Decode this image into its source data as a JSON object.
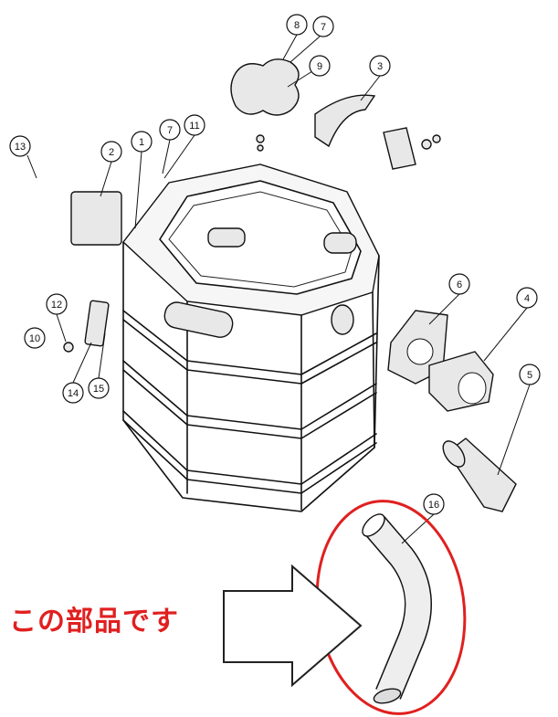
{
  "callouts": [
    "1",
    "2",
    "3",
    "4",
    "5",
    "6",
    "7",
    "8",
    "9",
    "10",
    "11",
    "12",
    "13",
    "14",
    "15",
    "16",
    "7"
  ],
  "annotation": {
    "text": "この部品です",
    "color": "#e02020"
  },
  "highlight": {
    "part_number": "16",
    "color": "#e02020"
  }
}
